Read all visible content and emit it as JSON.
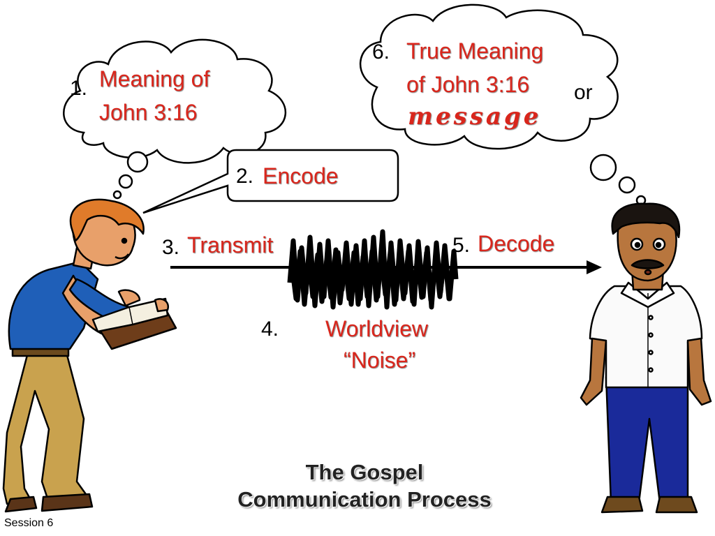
{
  "diagram": {
    "title_line1": "The Gospel",
    "title_line2": "Communication Process",
    "footer": "Session 6",
    "steps": [
      {
        "number": "1.",
        "lines": [
          "Meaning of",
          "John 3:16"
        ]
      },
      {
        "number": "2.",
        "label": "Encode"
      },
      {
        "number": "3.",
        "label": "Transmit"
      },
      {
        "number": "4.",
        "lines": [
          "Worldview",
          "“Noise”"
        ]
      },
      {
        "number": "5.",
        "label": "Decode"
      },
      {
        "number": "6.",
        "lines": [
          "True Meaning",
          "of John 3:16"
        ],
        "alternative_connector": "or",
        "alternative_text": "message"
      }
    ]
  },
  "colors": {
    "label_red": "#d9261c",
    "shirt_blue": "#1f5fb8",
    "pants_khaki": "#c9a24e",
    "pants_navy": "#1a2a9a",
    "skin": "#e8a06a",
    "skin_dark": "#b8763e",
    "hair_orange": "#e07b2a",
    "bible_brown": "#6e3d1a"
  },
  "icons": [
    "thought-bubble-icon",
    "speech-bubble-icon",
    "arrow-icon",
    "noise-scribble-icon",
    "reader-figure-icon",
    "listener-figure-icon"
  ]
}
